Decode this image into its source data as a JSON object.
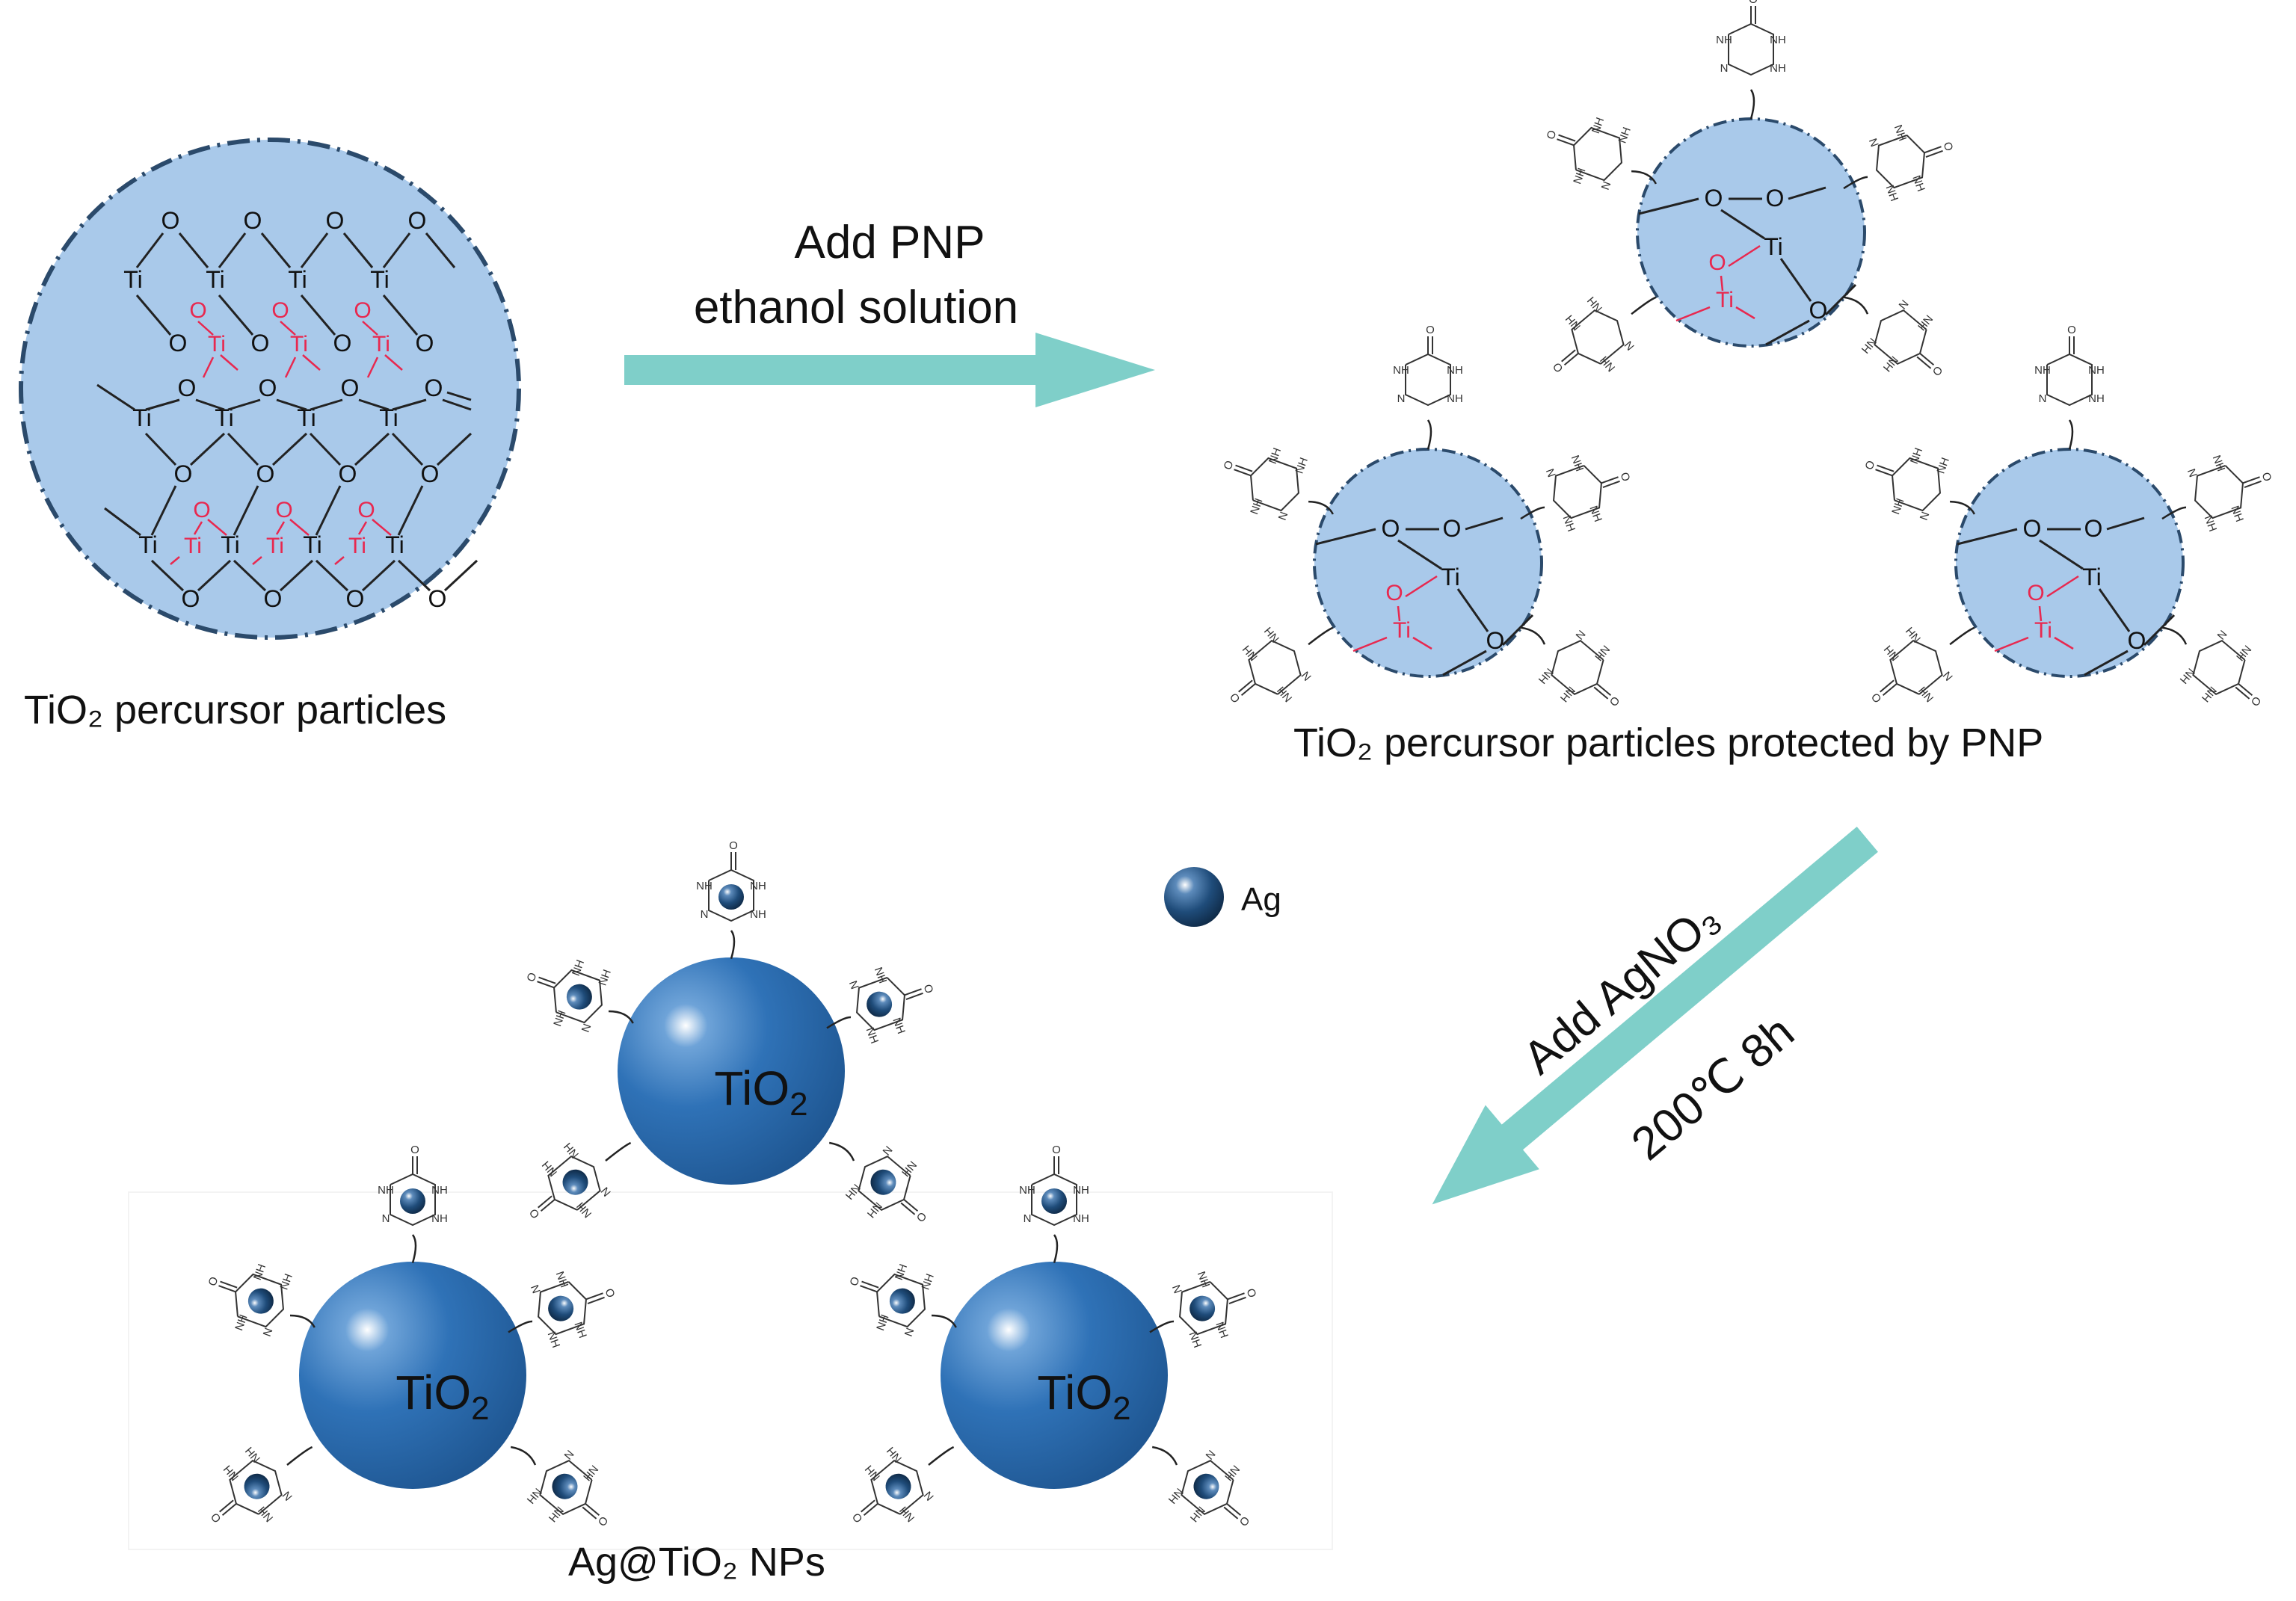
{
  "labels": {
    "precursor": "TiO₂  percursor particles",
    "protected": "TiO₂  percursor particles protected by PNP",
    "product": "Ag@TiO₂  NPs"
  },
  "arrow1": {
    "line1": "Add PNP",
    "line2": "ethanol solution"
  },
  "arrow2": {
    "line1": "Add AgNO₃",
    "line2": "200℃ 8h"
  },
  "legend": {
    "ag": "Ag"
  },
  "atoms": {
    "ti": "Ti",
    "o": "O",
    "nh": "NH",
    "n": "N"
  },
  "core_label": {
    "main": "TiO",
    "sub": "2"
  },
  "colors": {
    "precursor_fill": "#a9c9ea",
    "precursor_stroke": "#2b4a6b",
    "arrow": "#7fcfc9",
    "nanoparticle": "#2f72b7",
    "ag_sphere": "#1f4c7a",
    "red_bond": "#e8284f"
  }
}
